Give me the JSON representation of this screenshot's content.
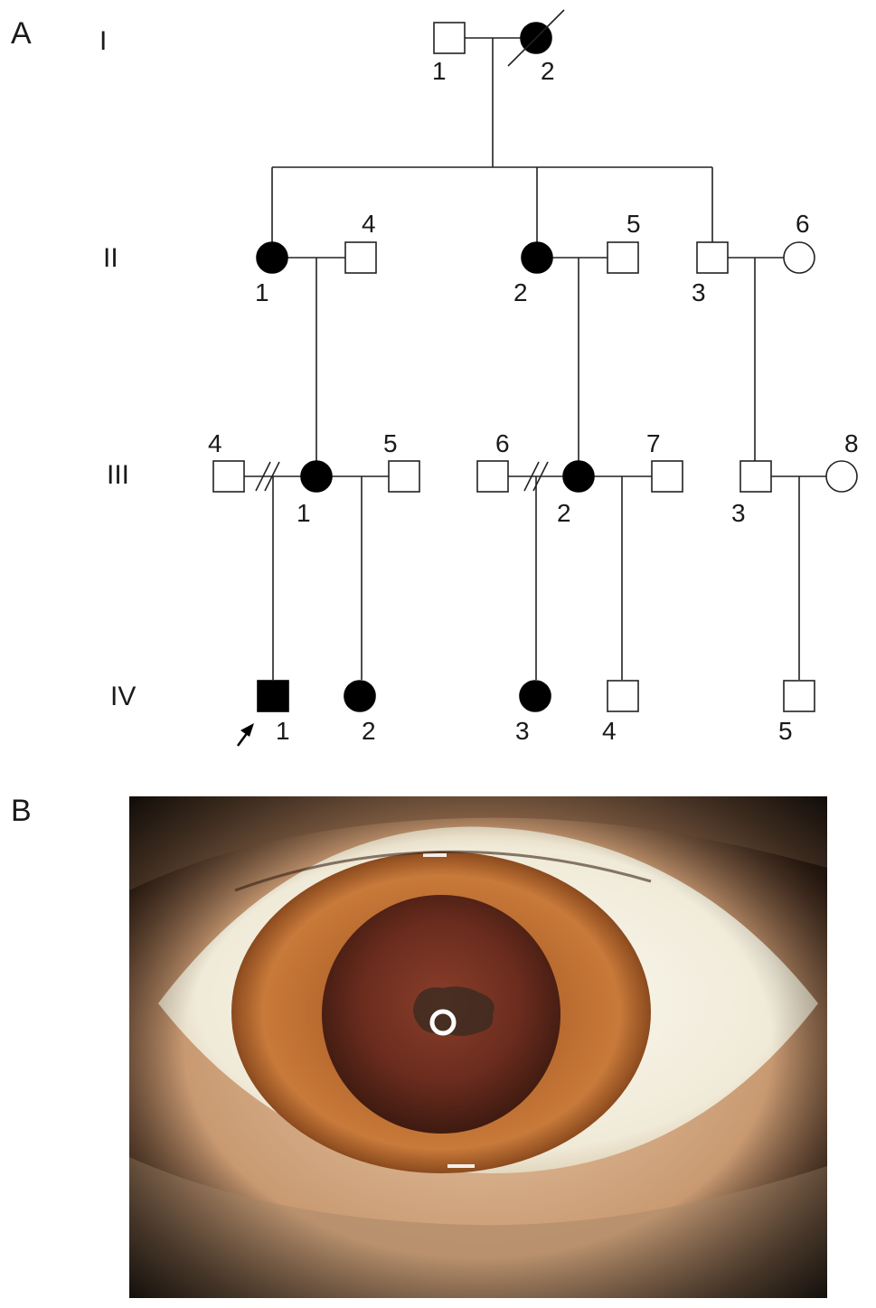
{
  "panels": {
    "a_label": "A",
    "b_label": "B"
  },
  "generations": {
    "g1": "I",
    "g2": "II",
    "g3": "III",
    "g4": "IV"
  },
  "individuals": {
    "I_1": "1",
    "I_2": "2",
    "II_1": "1",
    "II_2": "2",
    "II_3": "3",
    "II_4": "4",
    "II_5": "5",
    "II_6": "6",
    "III_1": "1",
    "III_2": "2",
    "III_3": "3",
    "III_4": "4",
    "III_5": "5",
    "III_6": "6",
    "III_7": "7",
    "III_8": "8",
    "IV_1": "1",
    "IV_2": "2",
    "IV_3": "3",
    "IV_4": "4",
    "IV_5": "5"
  },
  "legend_colors": {
    "affected": "#000000",
    "unaffected": "#ffffff",
    "line": "#222222"
  }
}
